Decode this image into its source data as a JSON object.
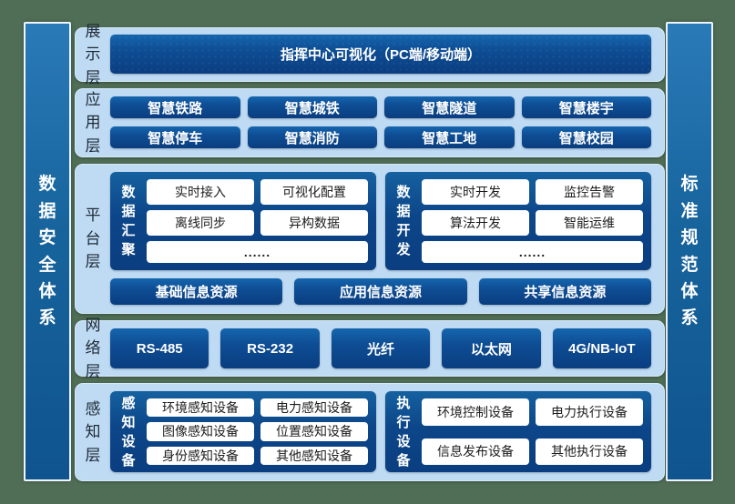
{
  "colors": {
    "background_green": "#506e55",
    "panel_light_blue": "#bfdbf4",
    "box_dark_blue_top": "#1566ae",
    "box_dark_blue_bottom": "#0a3e80",
    "pillar_blue_top": "#2a7ab8",
    "pillar_blue_bottom": "#0f548e",
    "white_box": "#ffffff",
    "text_on_dark": "#ffffff",
    "text_on_light": "#1e2936"
  },
  "left_bar": {
    "label": "数据安全体系"
  },
  "right_bar": {
    "label": "标准规范体系"
  },
  "layers": {
    "display": {
      "label": "展示层",
      "bar": "指挥中心可视化（PC端/移动端）"
    },
    "application": {
      "label": "应用层",
      "rows": [
        [
          "智慧铁路",
          "智慧城铁",
          "智慧隧道",
          "智慧楼宇"
        ],
        [
          "智慧停车",
          "智慧消防",
          "智慧工地",
          "智慧校园"
        ]
      ]
    },
    "platform": {
      "label": "平台层",
      "groups": [
        {
          "title": "数据汇聚",
          "items": [
            [
              "实时接入",
              "可视化配置"
            ],
            [
              "离线同步",
              "异构数据"
            ]
          ],
          "more": "......"
        },
        {
          "title": "数据开发",
          "items": [
            [
              "实时开发",
              "监控告警"
            ],
            [
              "算法开发",
              "智能运维"
            ]
          ],
          "more": "......"
        }
      ],
      "resources": [
        "基础信息资源",
        "应用信息资源",
        "共享信息资源"
      ]
    },
    "network": {
      "label": "网络层",
      "items": [
        "RS-485",
        "RS-232",
        "光纤",
        "以太网",
        "4G/NB-IoT"
      ]
    },
    "perception": {
      "label": "感知层",
      "groups": [
        {
          "title": "感知设备",
          "items": [
            [
              "环境感知设备",
              "电力感知设备"
            ],
            [
              "图像感知设备",
              "位置感知设备"
            ],
            [
              "身份感知设备",
              "其他感知设备"
            ]
          ]
        },
        {
          "title": "执行设备",
          "items": [
            [
              "环境控制设备",
              "电力执行设备"
            ],
            [
              "信息发布设备",
              "其他执行设备"
            ]
          ]
        }
      ]
    }
  }
}
